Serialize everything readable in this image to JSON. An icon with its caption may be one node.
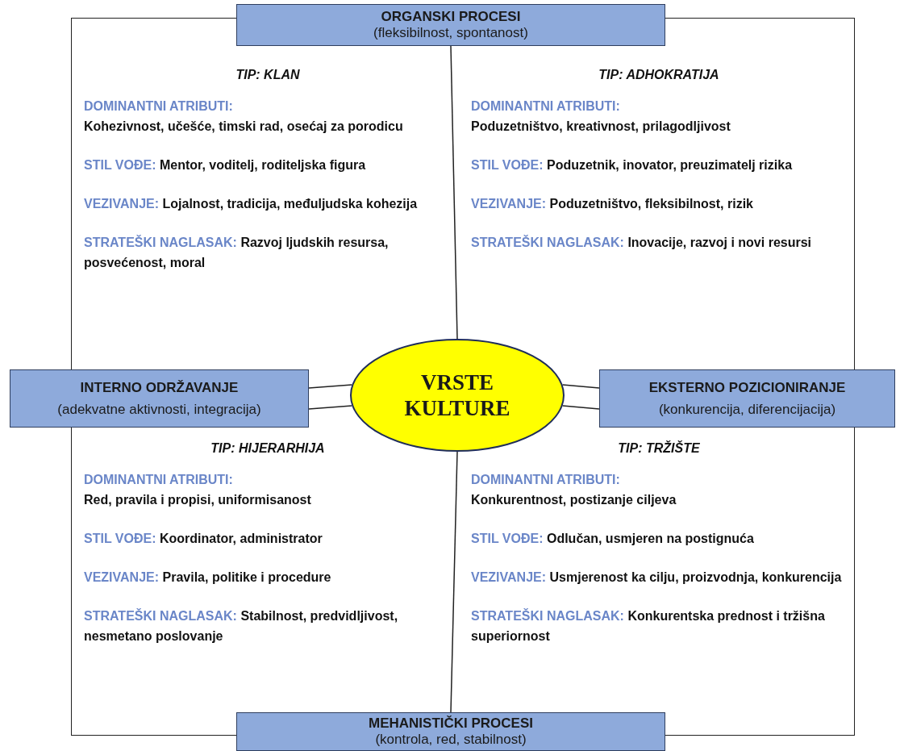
{
  "diagram": {
    "nodes": [
      {
        "text": [
          "**ORGANSKI PROCESI** (fleksibilnost, spontanost)"
        ]
      },
      {
        "text": [
          "INTERNO ODRŽAVANJE",
          "(adekvatne aktivnosti, integracija)"
        ]
      },
      {
        "text": [
          "VRSTE KULTURE"
        ]
      },
      {
        "text": [
          "EKSTERNO POZICIONIRANJE",
          "(konkurencija, diferencijacija)"
        ]
      },
      {
        "text": [
          "**MEHANISTIČKI PROCESI** (kontrola, red, stabilnost)"
        ]
      }
    ],
    "edges": [
      {
        "from": 0,
        "to": 2,
        "arrow": "none"
      },
      {
        "from": 1,
        "to": 2,
        "arrow": "none"
      },
      {
        "from": 2,
        "to": 3,
        "arrow": "none"
      },
      {
        "from": 2,
        "to": 4,
        "arrow": "none"
      }
    ],
    "labels": [
      "TIP: KLAN",
      "DOMINANTNI ATRIBUTI:",
      "Kohezivnost, učešće, timski rad, osećaj za porodicu",
      "STIL VOĐE:",
      "Mentor, voditelj, roditeljska figura",
      "VEZIVANJE:",
      "Lojalnost, tradicija, međuljudska kohezija",
      "STRATEŠKI NAGLASAK:",
      "Razvoj ljudskih resursa, posvećenost, moral",
      "TIP: ADHOKRATIJA",
      "DOMINANTNI ATRIBUTI:",
      "Poduzetništvo, kreativnost, prilagodljivost",
      "STIL VOĐE:",
      "Poduzetnik, inovator, preuzimatelj rizika",
      "VEZIVANJE:",
      "Poduzetništvo, fleksibilnost, rizik",
      "STRATEŠKI NAGLASAK:",
      "Inovacije, razvoj i novi resursi",
      "TIP: HIJERARHIJA",
      "DOMINANTNI ATRIBUTI:",
      "Red, pravila i propisi, uniformisanost",
      "STIL VOĐE:",
      "Koordinator, administrator",
      "VEZIVANJE:",
      "Pravila, politike  i procedure",
      "STRATEŠKI NAGLASAK:",
      "Stabilnost, predvidljivost, nesmetano poslovanje",
      "TIP: TRŽIŠTE",
      "DOMINANTNI ATRIBUTI:",
      "Konkurentnost, postizanje ciljeva",
      "STIL VOĐE:",
      "Odlučan, usmjeren na postignuća",
      "VEZIVANJE:",
      "Usmjerenost ka cilju, proizvodnja, konkurencija",
      "STRATEŠKI NAGLASAK:",
      "Konkurentska prednost i tržišna superiornost"
    ]
  }
}
